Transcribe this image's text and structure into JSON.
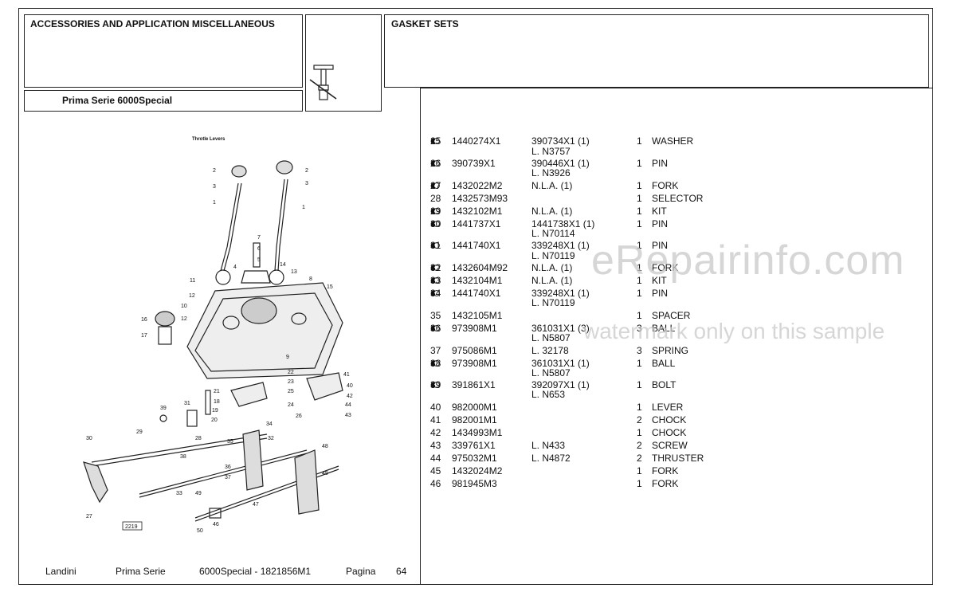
{
  "header": {
    "left_title": "ACCESSORIES AND APPLICATION MISCELLANEOUS",
    "right_title": "GASKET SETS",
    "model_label": "Prima Serie 6000Special"
  },
  "diagram": {
    "title": "Throtle Levers",
    "ref_number": "2219",
    "callouts": [
      "2",
      "3",
      "1",
      "2",
      "3",
      "1",
      "7",
      "6",
      "5",
      "4",
      "14",
      "13",
      "8",
      "15",
      "11",
      "12",
      "10",
      "16",
      "12",
      "17",
      "9",
      "22",
      "23",
      "25",
      "24",
      "26",
      "41",
      "40",
      "42",
      "44",
      "43",
      "21",
      "18",
      "19",
      "20",
      "31",
      "39",
      "34",
      "29",
      "28",
      "35",
      "32",
      "30",
      "38",
      "36",
      "37",
      "33",
      "49",
      "47",
      "48",
      "45",
      "27",
      "46",
      "50"
    ]
  },
  "parts": [
    {
      "num": "25",
      "part": "1440274X1",
      "mark": true,
      "note": "390734X1  (1)",
      "qty": "1",
      "desc": "WASHER",
      "sub": "L. N3757"
    },
    {
      "num": "26",
      "part": "390739X1",
      "mark": true,
      "note": "390446X1  (1)",
      "qty": "1",
      "desc": "PIN",
      "sub": "L. N3926"
    },
    {
      "num": "27",
      "part": "1432022M2",
      "mark": true,
      "note": "N.L.A.  (1)",
      "qty": "1",
      "desc": "FORK",
      "sub": ""
    },
    {
      "num": "28",
      "part": "1432573M93",
      "mark": false,
      "note": "",
      "qty": "1",
      "desc": "SELECTOR",
      "sub": ""
    },
    {
      "num": "29",
      "part": "1432102M1",
      "mark": true,
      "note": "N.L.A.  (1)",
      "qty": "1",
      "desc": "KIT",
      "sub": ""
    },
    {
      "num": "30",
      "part": "1441737X1",
      "mark": true,
      "note": "1441738X1  (1)",
      "qty": "1",
      "desc": "PIN",
      "sub": "L. N70114"
    },
    {
      "num": "31",
      "part": "1441740X1",
      "mark": true,
      "note": "339248X1  (1)",
      "qty": "1",
      "desc": "PIN",
      "sub": "L. N70119"
    },
    {
      "num": "32",
      "part": "1432604M92",
      "mark": true,
      "note": "N.L.A.  (1)",
      "qty": "1",
      "desc": "FORK",
      "sub": ""
    },
    {
      "num": "33",
      "part": "1432104M1",
      "mark": true,
      "note": "N.L.A.  (1)",
      "qty": "1",
      "desc": "KIT",
      "sub": ""
    },
    {
      "num": "34",
      "part": "1441740X1",
      "mark": true,
      "note": "339248X1  (1)",
      "qty": "1",
      "desc": "PIN",
      "sub": "L. N70119"
    },
    {
      "num": "35",
      "part": "1432105M1",
      "mark": false,
      "note": "",
      "qty": "1",
      "desc": "SPACER",
      "sub": ""
    },
    {
      "num": "36",
      "part": "973908M1",
      "mark": true,
      "note": "361031X1  (3)",
      "qty": "3",
      "desc": "BALL",
      "sub": "L. N5807"
    },
    {
      "num": "37",
      "part": "975086M1",
      "mark": false,
      "note": "L. 32178",
      "qty": "3",
      "desc": "SPRING",
      "sub": ""
    },
    {
      "num": "38",
      "part": "973908M1",
      "mark": true,
      "note": "361031X1  (1)",
      "qty": "1",
      "desc": "BALL",
      "sub": "L. N5807"
    },
    {
      "num": "39",
      "part": "391861X1",
      "mark": true,
      "note": "392097X1  (1)",
      "qty": "1",
      "desc": "BOLT",
      "sub": "L. N653"
    },
    {
      "num": "40",
      "part": "982000M1",
      "mark": false,
      "note": "",
      "qty": "1",
      "desc": "LEVER",
      "sub": ""
    },
    {
      "num": "41",
      "part": "982001M1",
      "mark": false,
      "note": "",
      "qty": "2",
      "desc": "CHOCK",
      "sub": ""
    },
    {
      "num": "42",
      "part": "1434993M1",
      "mark": false,
      "note": "",
      "qty": "1",
      "desc": "CHOCK",
      "sub": ""
    },
    {
      "num": "43",
      "part": "339761X1",
      "mark": false,
      "note": "L. N433",
      "qty": "2",
      "desc": "SCREW",
      "sub": ""
    },
    {
      "num": "44",
      "part": "975032M1",
      "mark": false,
      "note": "L. N4872",
      "qty": "2",
      "desc": "THRUSTER",
      "sub": ""
    },
    {
      "num": "45",
      "part": "1432024M2",
      "mark": false,
      "note": "",
      "qty": "1",
      "desc": "FORK",
      "sub": ""
    },
    {
      "num": "46",
      "part": "981945M3",
      "mark": false,
      "note": "",
      "qty": "1",
      "desc": "FORK",
      "sub": ""
    }
  ],
  "watermark": {
    "line1": "eRepairinfo.com",
    "line2": "watermark only on this sample"
  },
  "footer": {
    "brand": "Landini",
    "series": "Prima Serie",
    "model": "6000Special - 1821856M1",
    "page_label": "Pagina",
    "page_number": "64"
  }
}
